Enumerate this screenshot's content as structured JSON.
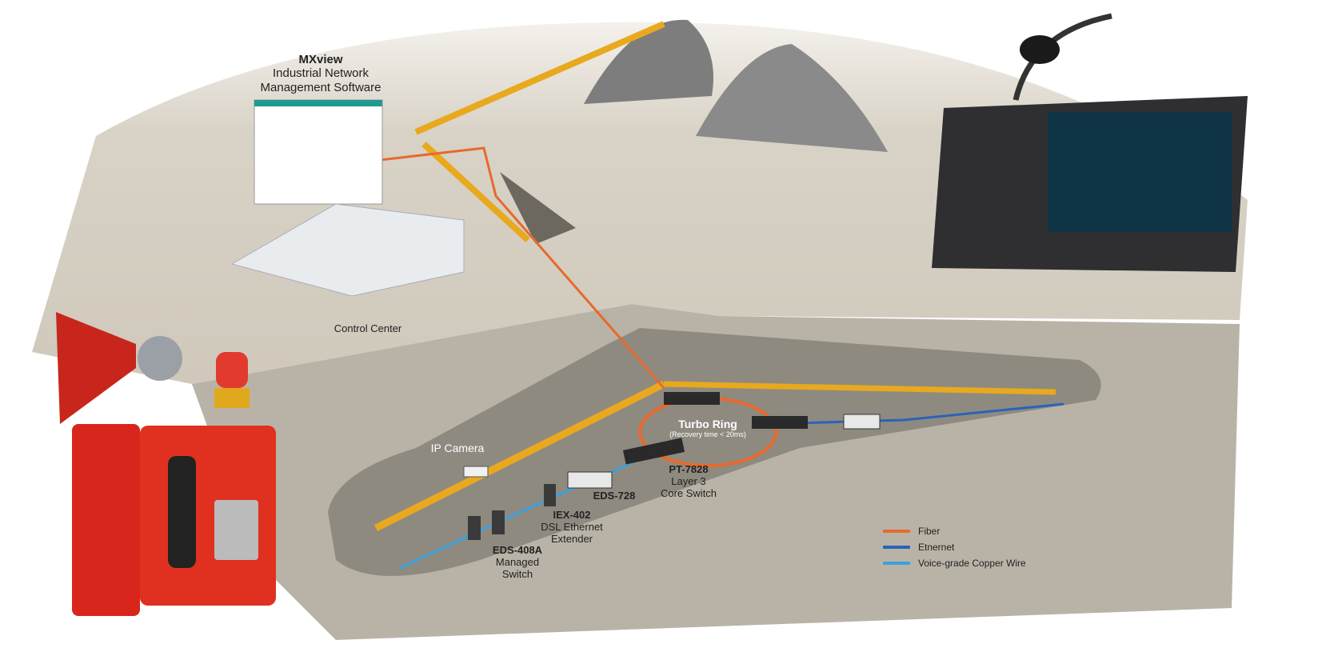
{
  "software": {
    "name": "MXview",
    "line1": "Industrial Network",
    "line2": "Management Software"
  },
  "control_center": "Control Center",
  "ip_camera": "IP Camera",
  "turbo_ring": {
    "title": "Turbo Ring",
    "subtitle": "(Recovery time < 20ms)"
  },
  "devices": {
    "pt7828": {
      "model": "PT-7828",
      "line1": "Layer 3",
      "line2": "Core Switch"
    },
    "eds728": {
      "model": "EDS-728"
    },
    "iex402": {
      "model": "IEX-402",
      "line1": "DSL Ethernet",
      "line2": "Extender"
    },
    "eds408a": {
      "model": "EDS-408A",
      "line1": "Managed",
      "line2": "Switch"
    }
  },
  "legend": [
    {
      "label": "Fiber",
      "color": "#e8692c"
    },
    {
      "label": "Etnernet",
      "color": "#2a63b8"
    },
    {
      "label": "Voice-grade Copper Wire",
      "color": "#3aa0dc"
    }
  ],
  "colors": {
    "ground": "#d6d0c4",
    "tunnel": "#a9a498",
    "conveyor": "#e8a91e",
    "emergency_red": "#d8261c"
  }
}
